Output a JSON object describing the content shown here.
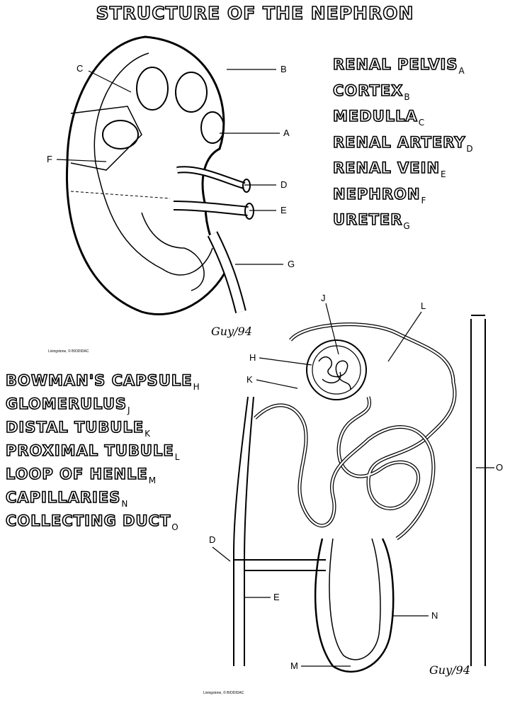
{
  "title": "Structure of the Nephron",
  "kidney_terms": [
    {
      "name": "Renal Pelvis",
      "letter": "A"
    },
    {
      "name": "Cortex",
      "letter": "B"
    },
    {
      "name": "Medulla",
      "letter": "C"
    },
    {
      "name": "Renal Artery",
      "letter": "D"
    },
    {
      "name": "Renal Vein",
      "letter": "E"
    },
    {
      "name": "Nephron",
      "letter": "F"
    },
    {
      "name": "Ureter",
      "letter": "G"
    }
  ],
  "nephron_terms": [
    {
      "name": "Bowman's Capsule",
      "letter": "H"
    },
    {
      "name": "Glomerulus",
      "letter": "J"
    },
    {
      "name": "Distal Tubule",
      "letter": "K"
    },
    {
      "name": "Proximal Tubule",
      "letter": "L"
    },
    {
      "name": "Loop of Henle",
      "letter": "M"
    },
    {
      "name": "Capillaries",
      "letter": "N"
    },
    {
      "name": "Collecting Duct",
      "letter": "O"
    }
  ],
  "kidney_labels": {
    "C": "C",
    "B": "B",
    "A": "A",
    "F": "F",
    "D": "D",
    "E": "E",
    "G": "G"
  },
  "nephron_labels": {
    "J": "J",
    "L": "L",
    "H": "H",
    "K": "K",
    "O": "O",
    "D": "D",
    "E": "E",
    "N": "N",
    "M": "M"
  },
  "credit": "Livingstone, © BIODIDAC",
  "signature": "Guy/94"
}
